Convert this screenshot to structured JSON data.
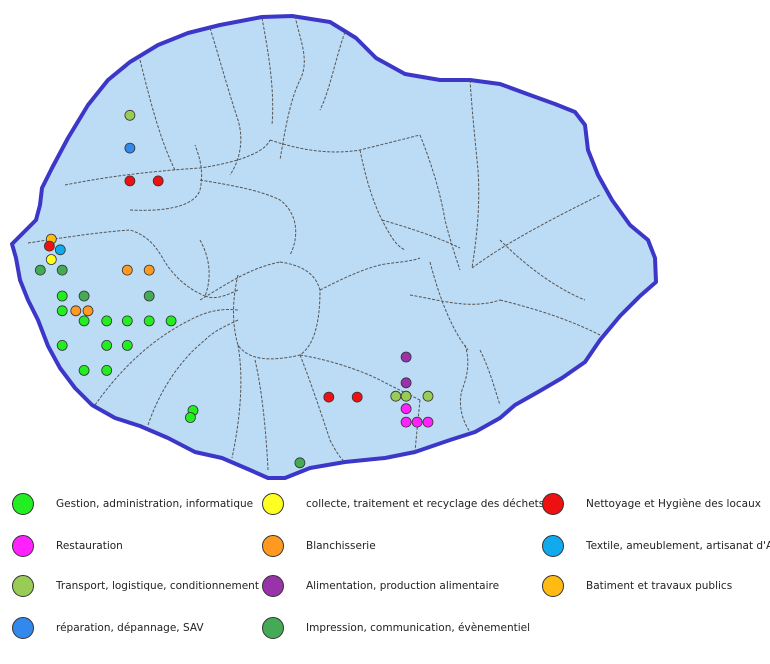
{
  "colors": {
    "sea": "#ffffff",
    "land": "#bcdcf6",
    "coast": "#3c37c8",
    "commune_border": "#555555",
    "gestion": "#22ee22",
    "dechets": "#ffff22",
    "nettoyage": "#ee1111",
    "restauration": "#ff22ff",
    "blanchisserie": "#ff9922",
    "textile": "#11aaee",
    "transport": "#99cc55",
    "alimentation": "#9933aa",
    "batiment": "#ffbb11",
    "reparation": "#3388ee",
    "impression": "#44aa55"
  },
  "legend": [
    {
      "key": "gestion",
      "label": "Gestion, administration, informatique"
    },
    {
      "key": "dechets",
      "label": "collecte, traitement et recyclage des déchets"
    },
    {
      "key": "nettoyage",
      "label": "Nettoyage et Hygiène des locaux"
    },
    {
      "key": "restauration",
      "label": "Restauration"
    },
    {
      "key": "blanchisserie",
      "label": "Blanchisserie"
    },
    {
      "key": "textile",
      "label": "Textile, ameublement, artisanat d'Art"
    },
    {
      "key": "transport",
      "label": "Transport, logistique, conditionnement"
    },
    {
      "key": "alimentation",
      "label": "Alimentation, production alimentaire"
    },
    {
      "key": "batiment",
      "label": "Batiment et travaux publics"
    },
    {
      "key": "reparation",
      "label": "réparation, dépannage, SAV"
    },
    {
      "key": "impression",
      "label": "Impression, communication, évènementiel"
    }
  ],
  "markers": [
    {
      "key": "transport",
      "lon_pct": 18.3,
      "lat_pct": 21.5
    },
    {
      "key": "reparation",
      "lon_pct": 18.3,
      "lat_pct": 28.6
    },
    {
      "key": "nettoyage",
      "lon_pct": 18.3,
      "lat_pct": 35.7
    },
    {
      "key": "nettoyage",
      "lon_pct": 22.7,
      "lat_pct": 35.7
    },
    {
      "key": "batiment",
      "lon_pct": 6.1,
      "lat_pct": 48.3
    },
    {
      "key": "nettoyage",
      "lon_pct": 5.8,
      "lat_pct": 49.8
    },
    {
      "key": "textile",
      "lon_pct": 7.5,
      "lat_pct": 50.6
    },
    {
      "key": "dechets",
      "lon_pct": 6.1,
      "lat_pct": 52.7
    },
    {
      "key": "impression",
      "lon_pct": 4.4,
      "lat_pct": 55.0
    },
    {
      "key": "impression",
      "lon_pct": 7.8,
      "lat_pct": 55.0
    },
    {
      "key": "blanchisserie",
      "lon_pct": 17.9,
      "lat_pct": 55.0
    },
    {
      "key": "blanchisserie",
      "lon_pct": 21.3,
      "lat_pct": 55.0
    },
    {
      "key": "gestion",
      "lon_pct": 7.8,
      "lat_pct": 60.6
    },
    {
      "key": "impression",
      "lon_pct": 11.2,
      "lat_pct": 60.6
    },
    {
      "key": "impression",
      "lon_pct": 21.3,
      "lat_pct": 60.6
    },
    {
      "key": "blanchisserie",
      "lon_pct": 9.9,
      "lat_pct": 63.8
    },
    {
      "key": "blanchisserie",
      "lon_pct": 11.8,
      "lat_pct": 63.8
    },
    {
      "key": "gestion",
      "lon_pct": 7.8,
      "lat_pct": 63.8
    },
    {
      "key": "gestion",
      "lon_pct": 11.2,
      "lat_pct": 66.0
    },
    {
      "key": "gestion",
      "lon_pct": 14.7,
      "lat_pct": 66.0
    },
    {
      "key": "gestion",
      "lon_pct": 17.9,
      "lat_pct": 66.0
    },
    {
      "key": "gestion",
      "lon_pct": 21.3,
      "lat_pct": 66.0
    },
    {
      "key": "gestion",
      "lon_pct": 24.7,
      "lat_pct": 66.0
    },
    {
      "key": "gestion",
      "lon_pct": 7.8,
      "lat_pct": 71.3
    },
    {
      "key": "gestion",
      "lon_pct": 14.7,
      "lat_pct": 71.3
    },
    {
      "key": "gestion",
      "lon_pct": 17.9,
      "lat_pct": 71.3
    },
    {
      "key": "gestion",
      "lon_pct": 11.2,
      "lat_pct": 76.7
    },
    {
      "key": "gestion",
      "lon_pct": 14.7,
      "lat_pct": 76.7
    },
    {
      "key": "gestion",
      "lon_pct": 28.1,
      "lat_pct": 85.4
    },
    {
      "key": "gestion",
      "lon_pct": 27.7,
      "lat_pct": 86.9
    },
    {
      "key": "impression",
      "lon_pct": 44.7,
      "lat_pct": 96.7
    },
    {
      "key": "nettoyage",
      "lon_pct": 49.2,
      "lat_pct": 82.5
    },
    {
      "key": "nettoyage",
      "lon_pct": 53.6,
      "lat_pct": 82.5
    },
    {
      "key": "alimentation",
      "lon_pct": 61.2,
      "lat_pct": 73.8
    },
    {
      "key": "alimentation",
      "lon_pct": 61.2,
      "lat_pct": 79.4
    },
    {
      "key": "transport",
      "lon_pct": 59.6,
      "lat_pct": 82.3
    },
    {
      "key": "transport",
      "lon_pct": 61.2,
      "lat_pct": 82.3
    },
    {
      "key": "transport",
      "lon_pct": 64.6,
      "lat_pct": 82.3
    },
    {
      "key": "restauration",
      "lon_pct": 61.2,
      "lat_pct": 85.0
    },
    {
      "key": "restauration",
      "lon_pct": 61.2,
      "lat_pct": 87.9
    },
    {
      "key": "restauration",
      "lon_pct": 62.9,
      "lat_pct": 87.9
    },
    {
      "key": "restauration",
      "lon_pct": 64.6,
      "lat_pct": 87.9
    }
  ]
}
